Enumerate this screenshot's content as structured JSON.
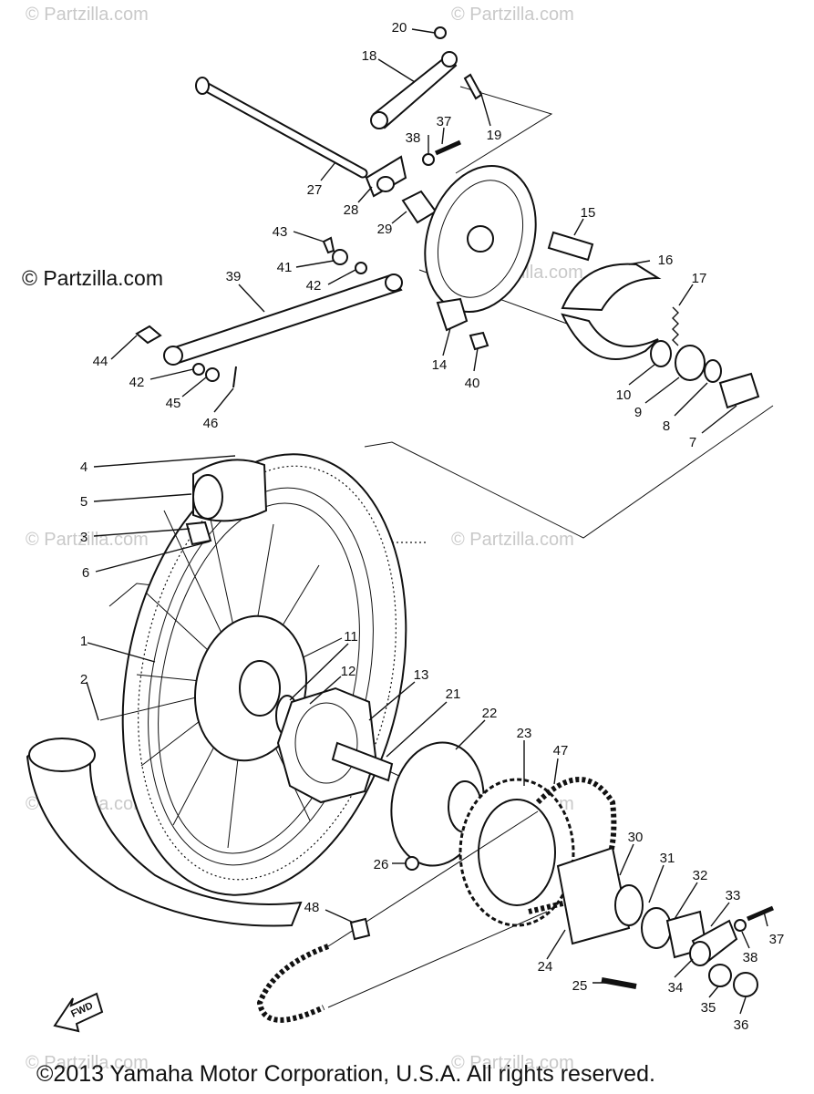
{
  "watermarks": {
    "top_left": "© Partzilla.com",
    "top_right": "© Partzilla.com",
    "side_left": "© Partzilla.com",
    "mid_left": "© Partzilla.com",
    "mid_right": "© Partzilla.com",
    "hub_center": "© Partzilla.com",
    "low_left": "© Partzilla.com",
    "low_right": "© Partzilla.com",
    "bottom_left": "© Partzilla.com",
    "bottom_right": "© Partzilla.com"
  },
  "copyright": "©2013 Yamaha Motor Corporation, U.S.A. All rights reserved.",
  "fwd_label": "FWD",
  "callouts": {
    "p1": "1",
    "p2": "2",
    "p3": "3",
    "p4": "4",
    "p5": "5",
    "p6": "6",
    "p7": "7",
    "p8": "8",
    "p9": "9",
    "p10": "10",
    "p11": "11",
    "p12": "12",
    "p13": "13",
    "p14": "14",
    "p15": "15",
    "p16": "16",
    "p17": "17",
    "p18": "18",
    "p19": "19",
    "p20": "20",
    "p21": "21",
    "p22": "22",
    "p23": "23",
    "p24": "24",
    "p25": "25",
    "p26": "26",
    "p27": "27",
    "p28": "28",
    "p29": "29",
    "p30": "30",
    "p31": "31",
    "p32": "32",
    "p33": "33",
    "p34": "34",
    "p35": "35",
    "p36": "36",
    "p37": "37",
    "p37b": "37",
    "p38": "38",
    "p38b": "38",
    "p39": "39",
    "p40": "40",
    "p41": "41",
    "p42": "42",
    "p42b": "42",
    "p43": "43",
    "p44": "44",
    "p45": "45",
    "p46": "46",
    "p47": "47",
    "p48": "48"
  }
}
